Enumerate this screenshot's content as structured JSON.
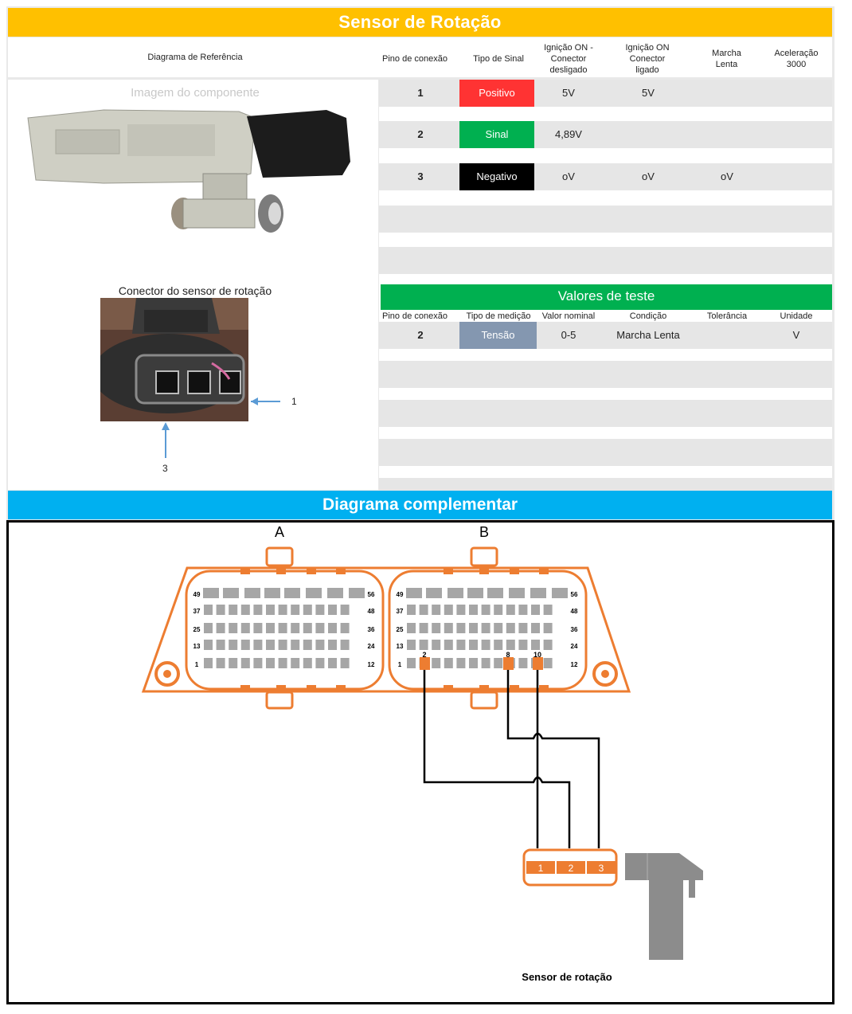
{
  "title": "Sensor de Rotação",
  "headers": {
    "ref": "Diagrama de Referência",
    "pin": "Pino de conexão",
    "signal_type": "Tipo de Sinal",
    "ign_off": "Ignição ON - Conector desligado",
    "ign_on": "Ignição ON Conector ligado",
    "idle": "Marcha Lenta",
    "accel": "Aceleração 3000"
  },
  "component_image_label": "Imagem do componente",
  "connector_caption": "Conector do sensor de rotação",
  "connector_pointers": [
    "1",
    "3"
  ],
  "pin_rows": [
    {
      "pin": "1",
      "type": "Positivo",
      "color": "#ff3333",
      "ign_off": "5V",
      "ign_on": "5V",
      "idle": ""
    },
    {
      "pin": "2",
      "type": "Sinal",
      "color": "#00b050",
      "ign_off": "4,89V",
      "ign_on": "",
      "idle": ""
    },
    {
      "pin": "3",
      "type": "Negativo",
      "color": "#000000",
      "ign_off": "oV",
      "ign_on": "oV",
      "idle": "oV"
    }
  ],
  "test_values": {
    "title": "Valores de teste",
    "headers": {
      "pin": "Pino de conexão",
      "measure": "Tipo de medição",
      "nominal": "Valor nominal",
      "condition": "Condição",
      "tolerance": "Tolerância",
      "unit": "Unidade"
    },
    "row": {
      "pin": "2",
      "measure": "Tensão",
      "nominal": "0-5",
      "condition": "Marcha Lenta",
      "tolerance": "",
      "unit": "V"
    }
  },
  "complementary_title": "Diagrama complementar",
  "diagram": {
    "connector_a": "A",
    "connector_b": "B",
    "row_labels_left": [
      "49",
      "37",
      "25",
      "13",
      "1"
    ],
    "row_labels_right": [
      "56",
      "48",
      "36",
      "24",
      "12"
    ],
    "ecu_pins": [
      "2",
      "8",
      "10"
    ],
    "sensor_pins": [
      "1",
      "2",
      "3"
    ],
    "sensor_label": "Sensor de rotação",
    "accent": "#ed7d31"
  }
}
